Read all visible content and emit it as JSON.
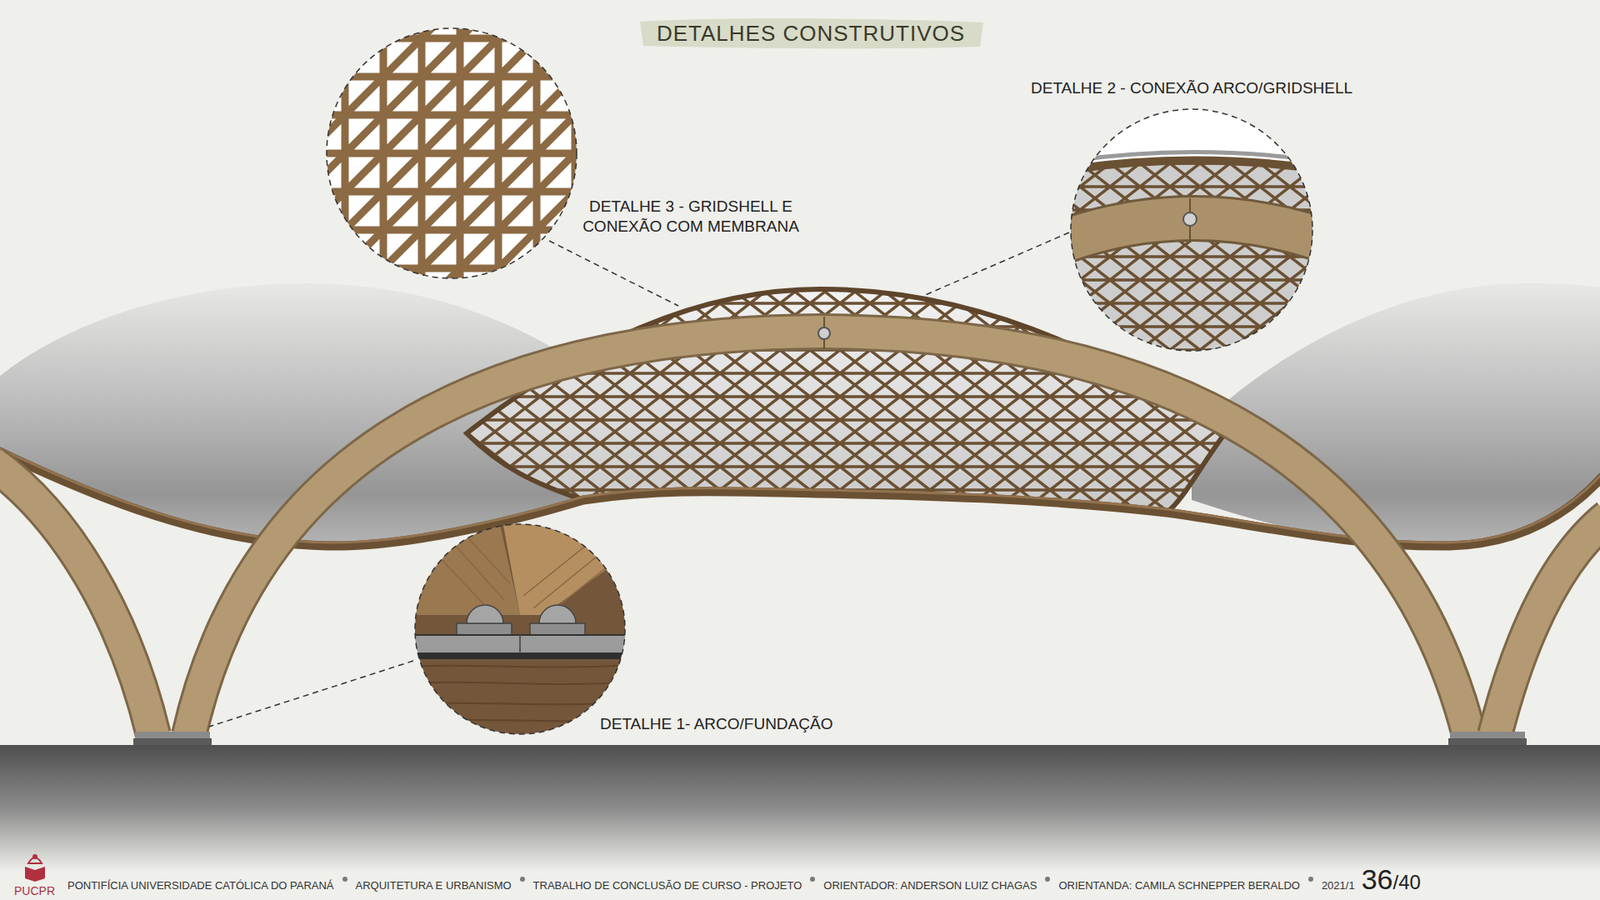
{
  "diagram": {
    "title": "DETALHES CONSTRUTIVOS",
    "labels": [
      "DETALHE 2 - CONEXÃO ARCO/GRIDSHELL",
      "DETALHE 3 - GRIDSHELL E CONEXÃO COM MEMBRANA",
      "DETALHE 1- ARCO/FUNDAÇÃO",
      "PUCPR",
      "PONTIFÍCIA UNIVERSIDADE CATÓLICA DO PARANÁ",
      "ARQUITETURA E URBANISMO",
      "TRABALHO DE CONCLUSÃO DE CURSO - PROJETO",
      "ORIENTADOR: ANDERSON LUIZ CHAGAS",
      "ORIENTANDA: CAMILA SCHNEPPER BERALDO",
      "2021/1",
      "36",
      "/40"
    ]
  }
}
